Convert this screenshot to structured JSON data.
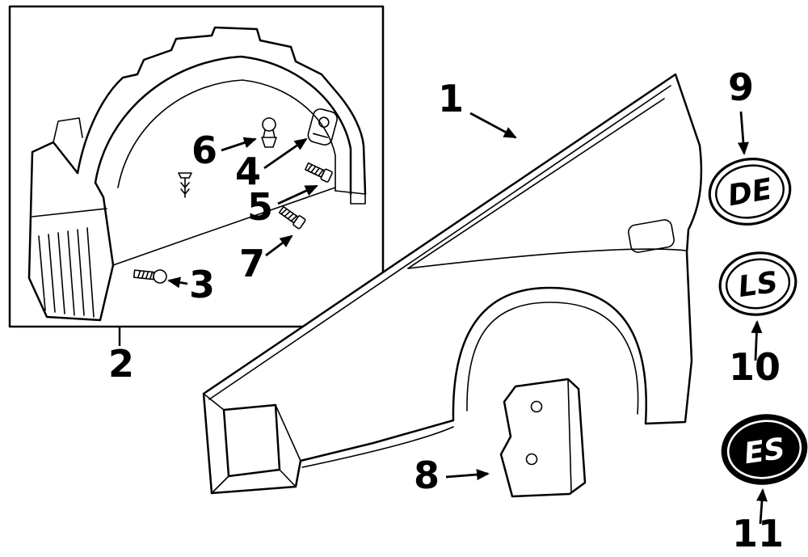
{
  "diagram": {
    "type": "exploded-parts-diagram",
    "subject": "front-fender-and-splash-shield",
    "callouts": {
      "1": "1",
      "2": "2",
      "3": "3",
      "4": "4",
      "5": "5",
      "6": "6",
      "7": "7",
      "8": "8",
      "9": "9",
      "10": "10",
      "11": "11"
    },
    "emblems": {
      "de": "DE",
      "ls": "LS",
      "es": "ES"
    },
    "colors": {
      "line": "#000000",
      "background": "#ffffff",
      "emblem_es_fill": "#000000",
      "emblem_es_text": "#ffffff"
    }
  }
}
